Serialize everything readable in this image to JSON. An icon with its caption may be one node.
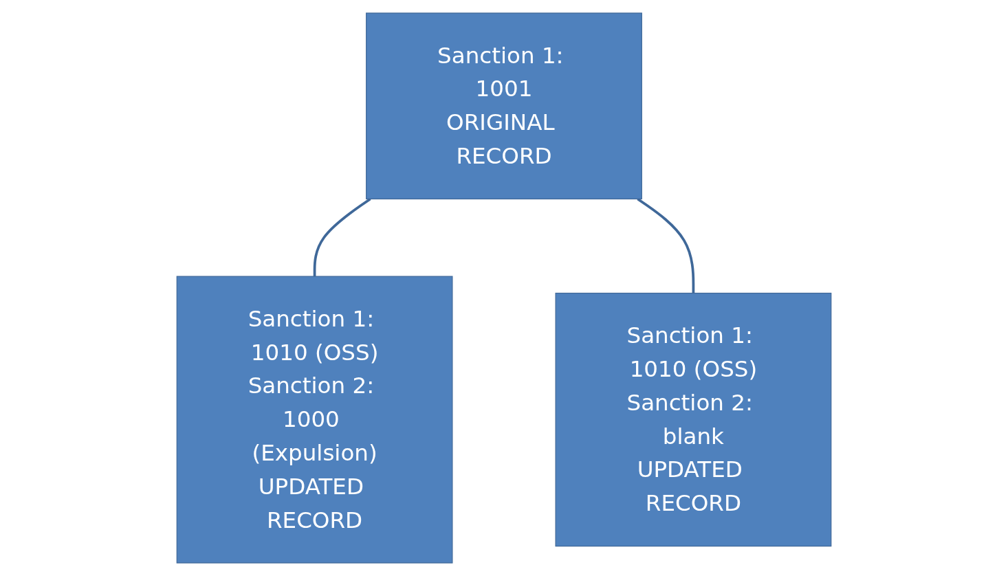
{
  "diagram": {
    "nodes": [
      {
        "text": [
          "Sanction 1: 1001",
          "ORIGINAL RECORD"
        ]
      },
      {
        "text": [
          "Sanction 1: 1010 (OSS)",
          "Sanction 2: 1000 (Expulsion)",
          "UPDATED RECORD"
        ]
      },
      {
        "text": [
          "Sanction 1: 1010 (OSS)",
          "Sanction 2: blank",
          "UPDATED RECORD"
        ]
      }
    ],
    "edges": [
      {
        "from": 0,
        "to": 1,
        "arrow": "none"
      },
      {
        "from": 0,
        "to": 2,
        "arrow": "none"
      }
    ]
  }
}
